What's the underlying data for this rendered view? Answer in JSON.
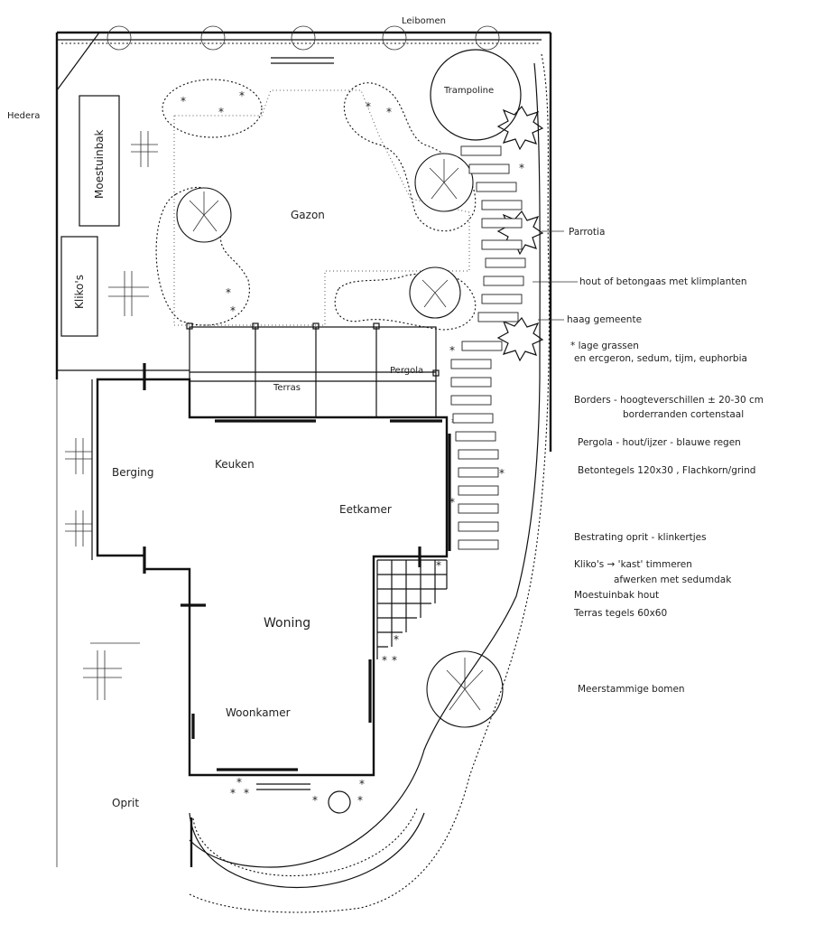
{
  "labels": {
    "leibomen": "Leibomen",
    "hedera": "Hedera",
    "trampoline": "Trampoline",
    "moestuinbak": "Moestuinbak",
    "klikos": "Kliko's",
    "gazon": "Gazon",
    "terras": "Terras",
    "pergola": "Pergola",
    "berging": "Berging",
    "keuken": "Keuken",
    "eetkamer": "Eetkamer",
    "woning": "Woning",
    "woonkamer": "Woonkamer",
    "oprit": "Oprit"
  },
  "callouts": {
    "parrotia": "Parrotia",
    "hout_betongaas": "hout of betongaas met klimplanten",
    "haag": "haag gemeente",
    "grassen_1": "* lage grassen",
    "grassen_2": "en ercgeron, sedum, tijm, euphorbia"
  },
  "notes": [
    "Borders - hoogteverschillen ± 20-30 cm",
    "borderranden cortenstaal",
    "Pergola - hout/ijzer - blauwe regen",
    "Betontegels 120x30 , Flachkorn/grind",
    "Bestrating oprit - klinkertjes",
    "Kliko's → 'kast' timmeren",
    "afwerken met sedumdak",
    "Moestuinbak hout",
    "Terras tegels 60x60",
    "Meerstammige bomen"
  ]
}
